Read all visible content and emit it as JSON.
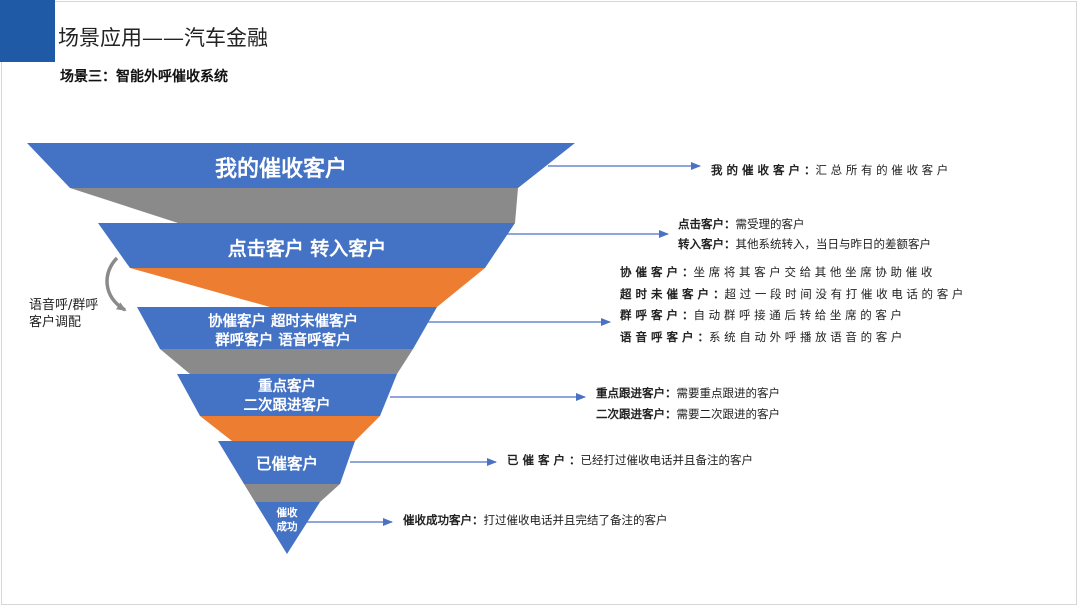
{
  "colors": {
    "funnel_blue": "#4472c4",
    "connector_gray": "#8a8a8a",
    "connector_orange": "#ed7d31",
    "header_accent": "#1f5aa6",
    "arrow_blue": "#4a72c4"
  },
  "title": "场景应用——汽车金融",
  "subtitle": "场景三：智能外呼催收系统",
  "side_note": {
    "line1": "语音呼/群呼",
    "line2": "客户调配"
  },
  "funnel": [
    {
      "lines": [
        "我的催收客户"
      ]
    },
    {
      "lines": [
        "点击客户  转入客户"
      ]
    },
    {
      "lines": [
        "协催客户 超时未催客户",
        "群呼客户  语音呼客户"
      ]
    },
    {
      "lines": [
        "重点客户",
        "二次跟进客户"
      ]
    },
    {
      "lines": [
        "已催客户"
      ]
    },
    {
      "lines": [
        "催收",
        "成功"
      ]
    }
  ],
  "descriptions": [
    {
      "items": [
        {
          "term": "我 的 催 收 客 户 ：",
          "text": "汇 总 所 有 的 催 收 客 户"
        }
      ]
    },
    {
      "items": [
        {
          "term": "点击客户：",
          "text": "需受理的客户"
        },
        {
          "term": "转入客户：",
          "text": "其他系统转入，当日与昨日的差额客户"
        }
      ]
    },
    {
      "items": [
        {
          "term": "协 催 客 户 ：",
          "text": "坐 席 将 其 客 户 交 给 其 他 坐 席 协 助 催 收"
        },
        {
          "term": "超 时 未 催 客 户 ：",
          "text": "超 过 一 段 时 间 没 有 打 催 收 电 话 的 客 户"
        },
        {
          "term": "群 呼 客 户 ：",
          "text": "自 动 群 呼 接 通 后 转 给 坐 席 的 客 户"
        },
        {
          "term": "语 音 呼 客 户 ：",
          "text": "系 统 自 动 外 呼 播 放 语 音 的 客 户"
        }
      ]
    },
    {
      "items": [
        {
          "term": "重点跟进客户：",
          "text": "需要重点跟进的客户"
        },
        {
          "term": "二次跟进客户：",
          "text": "需要二次跟进的客户"
        }
      ]
    },
    {
      "items": [
        {
          "term": "已 催 客 户 ：",
          "text": "已经打过催收电话并且备注的客户"
        }
      ]
    },
    {
      "items": [
        {
          "term": "催收成功客户：",
          "text": "打过催收电话并且完结了备注的客户"
        }
      ]
    }
  ]
}
